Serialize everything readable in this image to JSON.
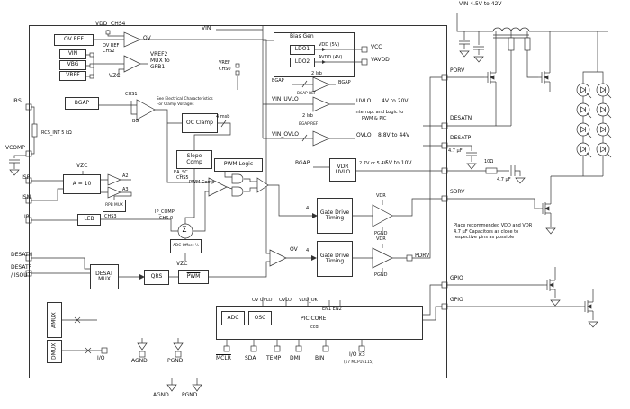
{
  "refs": {
    "vdd": "VDD",
    "chs4": "CHS4",
    "ov_ref": "OV REF",
    "ov_out": "OV",
    "ov_ref2": "OV REF",
    "chs2": "CHS2",
    "vin": "VIN",
    "vbg": "VBG",
    "vref": "VREF",
    "mux_l1": "VREF2",
    "mux_l2": "MUX to",
    "mux_l3": "GPB1",
    "vzc": "VZC",
    "vref_top": "VREF",
    "chs0_top": "CHS0",
    "vin_top": "VIN"
  },
  "ea": {
    "bgap": "BGAP",
    "chs1": "CHS1",
    "note1": "See Electrical Characteristics",
    "note2": "For Clamp Voltages",
    "bg": "BG",
    "oc_clamp": "OC Clamp",
    "four_msb": "4 msb",
    "irs": "IRS",
    "rcs": "RCS_INT 5 kΩ",
    "vcomp": "VCOMP"
  },
  "pwm": {
    "slope": "Slope Comp",
    "ea_sc": "EA_SC",
    "chs5": "CHS5",
    "logic": "PWM Logic",
    "comp": "PWM Comp",
    "ip_comp": "IP_COMP",
    "chs0": "CHS 0",
    "sigma": "Σ",
    "adc_offset": "ADC Offset ½",
    "vzc": "VZC"
  },
  "sense": {
    "isp": "ISP",
    "isn": "ISN",
    "ip": "IP",
    "a10": "A = 10",
    "a2": "A2",
    "a3": "A3",
    "rpb_mux": "RPB MUX",
    "chs3": "CHS3",
    "leb": "LEB",
    "vzc": "VZC"
  },
  "desat": {
    "desatn": "DESATN",
    "desatp": "DESATP",
    "isout": "/ ISOUT",
    "mux": "DESAT MUX",
    "qrs": "QRS",
    "pwm_bar": "PWM",
    "ov": "OV"
  },
  "bias": {
    "title": "Bias Gen",
    "ldo1": "LDO1",
    "ldo2": "LDO2",
    "vdd5": "VDD (5V)",
    "avdd4": "AVDD (4V)",
    "vcc": "VCC",
    "vavdd": "VAVDD",
    "bgap_in": "BGAP",
    "lsb2a": "2 lsb",
    "bgap_out": "BGAP",
    "bgap_ref1": "BGAP REF",
    "vin_uvlo": "VIN_UVLO",
    "uvlo": "UVLO",
    "uvlo_range": "4V to 20V",
    "int1": "Interrupt and Logic to",
    "int2": "PWM & PIC",
    "lsb2b": "2 lsb",
    "bgap_ref2": "BGAP REF",
    "vin_ovlo": "VIN_OVLO",
    "ovlo": "OVLO",
    "ovlo_range": "8.8V to 44V"
  },
  "drive": {
    "bgap": "BGAP",
    "vdr_uvlo": "VDR UVLO",
    "vdr_range": "2.7V or 5.4V",
    "v5to10": "5V to 10V",
    "gate1": "Gate Drive Timing",
    "gate2": "Gate Drive Timing",
    "vdr_a": "VDR",
    "pgnd_a": "PGND",
    "vdr_b": "VDR",
    "pgnd_b": "PGND",
    "pdrv": "PDRV",
    "four_a": "4",
    "four_b": "4"
  },
  "core": {
    "amux": "AMUX",
    "dmux": "DMUX",
    "io": "I/O",
    "agnd": "AGND",
    "pgnd": "PGND",
    "adc": "ADC",
    "osc": "OSC",
    "pic": "PIC CORE",
    "ccd": "ccd",
    "ov_uvlo": "OV UVLO",
    "ovlo": "OVLO",
    "vdd_ok": "VDD_OK",
    "en": "EN1 EN2",
    "mclr": "MCLR",
    "sda": "SDA",
    "temp": "TEMP",
    "dmi": "DMI",
    "bin": "BIN",
    "iox3": "I/O x3",
    "mcp": "(x7 MCP19115)",
    "agnd_ext": "AGND",
    "pgnd_ext": "PGND"
  },
  "ext": {
    "vin": "VIN 4.5V to 42V",
    "pdrv": "PDRV",
    "desatn": "DESATN",
    "desatp": "DESATP",
    "sdrv": "SDRV",
    "cap1": "4.7 μF",
    "r10": "10Ω",
    "cap2": "4.7 μF",
    "gpio1": "GPIO",
    "gpio2": "GPIO",
    "note": "Place recommended VDD and VDR 4.7 μF Capacitors as close to respective pins as possible"
  }
}
